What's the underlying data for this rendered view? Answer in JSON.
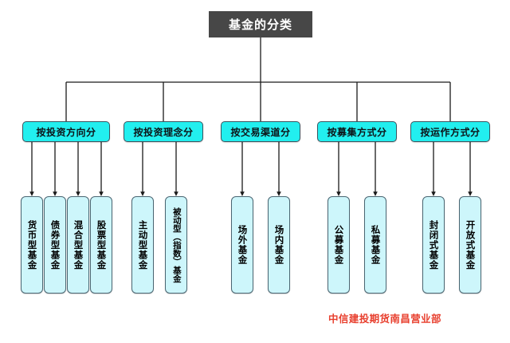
{
  "diagram": {
    "type": "org-chart",
    "title": "基金的分类",
    "footer_note": "中信建投期货南昌营业部",
    "colors": {
      "title_bg": "#474747",
      "title_text": "#ffffff",
      "category_bg": "#22efef",
      "category_border": "#3a5560",
      "leaf_bg": "#cdf6fb",
      "leaf_border": "#4a6672",
      "connector": "#1a1a1a",
      "footer_text": "#e8402f",
      "page_bg": "#ffffff"
    },
    "categories": [
      {
        "label": "按投资方向分",
        "children": [
          "货币型基金",
          "债券型基金",
          "混合型基金",
          "股票型基金"
        ]
      },
      {
        "label": "按投资理念分",
        "children": [
          "主动型基金",
          "被动型（指数）基金"
        ]
      },
      {
        "label": "按交易渠道分",
        "children": [
          "场外基金",
          "场内基金"
        ]
      },
      {
        "label": "按募集方式分",
        "children": [
          "公募基金",
          "私募基金"
        ]
      },
      {
        "label": "按运作方式分",
        "children": [
          "封闭式基金",
          "开放式基金"
        ]
      }
    ]
  }
}
